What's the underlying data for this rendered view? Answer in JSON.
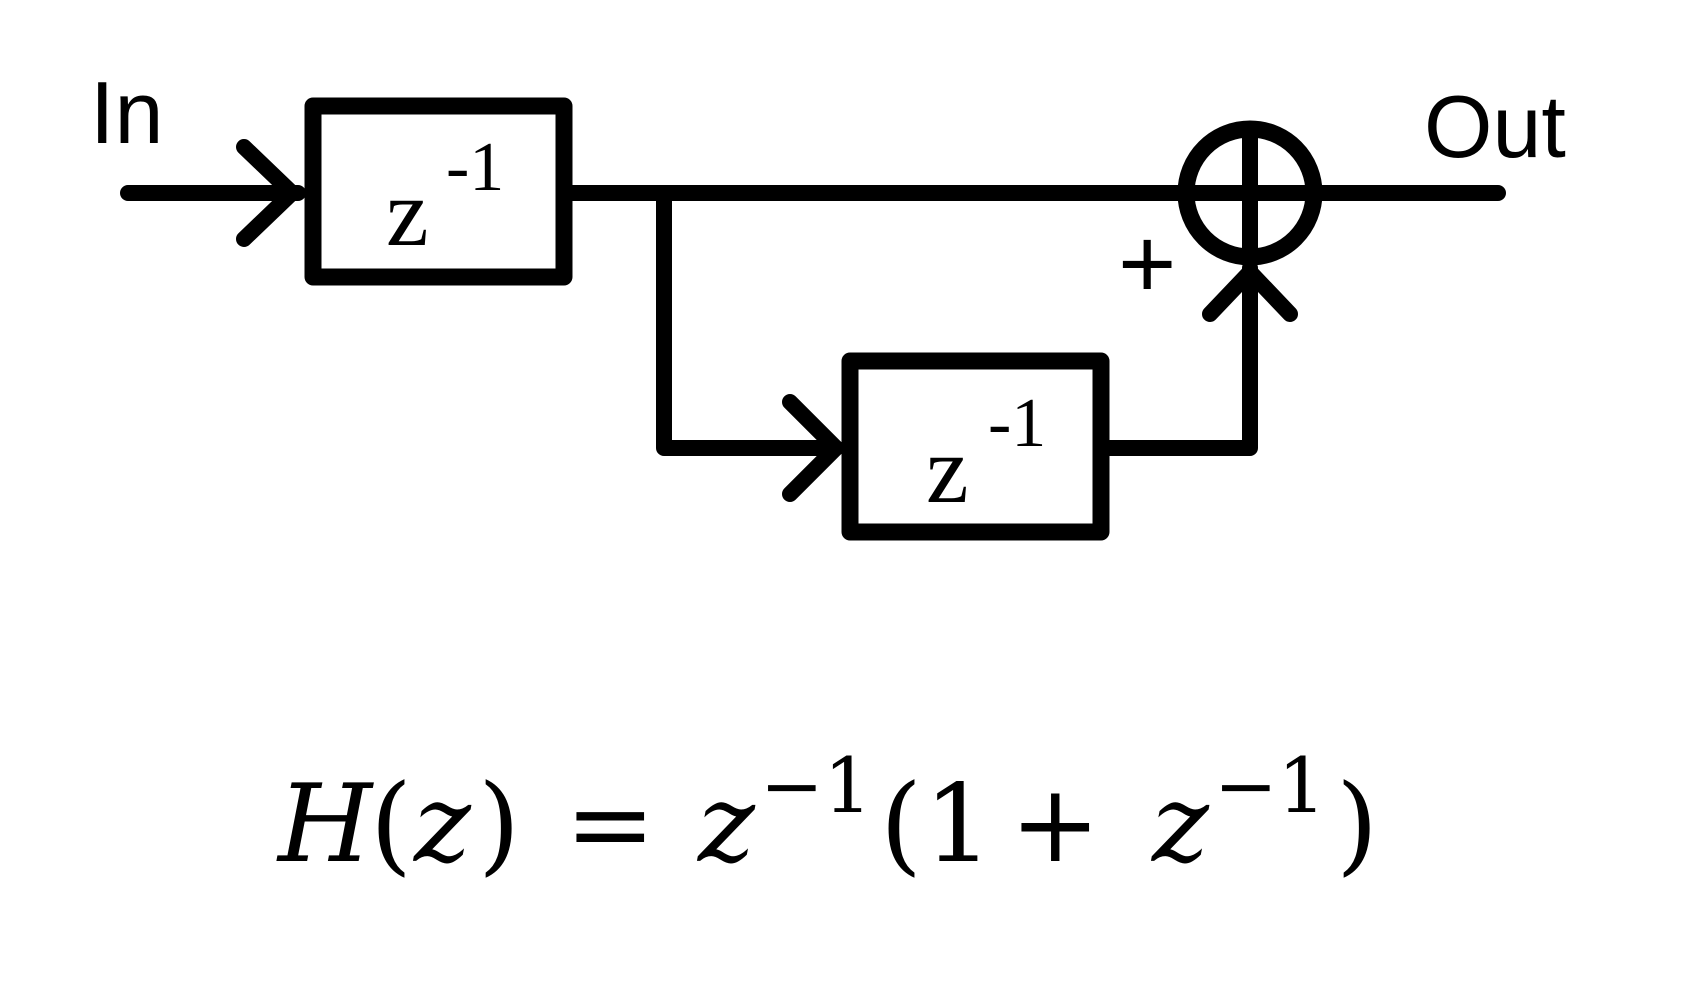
{
  "diagram": {
    "input_label": "In",
    "output_label": "Out",
    "delay_top": {
      "base": "z",
      "exponent": "-1"
    },
    "delay_bottom": {
      "base": "z",
      "exponent": "-1"
    },
    "adder_sign": "+"
  },
  "equation": {
    "lhs": "H",
    "lhs_open": "(",
    "lhs_var": "z",
    "lhs_close": ")",
    "equals": "=",
    "term_base": "z",
    "term_exp": "−1",
    "paren_open": "(",
    "one": "1",
    "plus": "+",
    "inner_base": "z",
    "inner_exp": "−1",
    "paren_close": ")"
  }
}
